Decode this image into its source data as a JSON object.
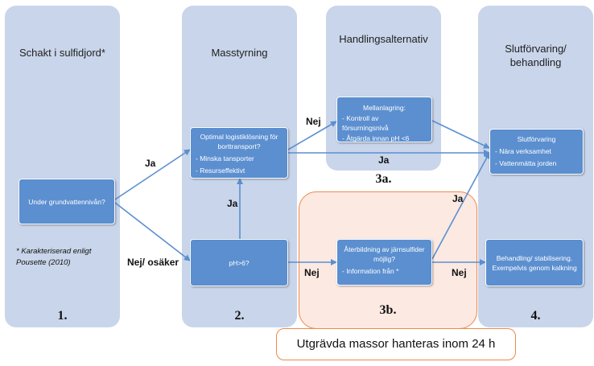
{
  "columns": [
    {
      "title": "Schakt i sulfidjord*",
      "number": "1."
    },
    {
      "title": "Masstyrning",
      "number": "2."
    },
    {
      "title": "Handlingsalternativ",
      "number": "3a."
    },
    {
      "title": "Slutförvaring/ behandling",
      "number": "4."
    }
  ],
  "region3b": {
    "number": "3b."
  },
  "boxes": {
    "grundvatten": {
      "title": "Under grundvattennivån?"
    },
    "logistik": {
      "title": "Optimal logistiklösning för borttransport?",
      "items": [
        "- Minska tansporter",
        "- Resurseffektivt"
      ]
    },
    "ph": {
      "title": "pH>6?"
    },
    "mellanlagring": {
      "title": "Mellanlagring:",
      "items": [
        "- Kontroll av försurningsnivå",
        "- Åtgärda innan pH <6"
      ]
    },
    "aterbildning": {
      "title": "Återbildning av järnsulfider möjlig?",
      "items": [
        "- Information från *"
      ]
    },
    "slutforvaring": {
      "title": "Slutförvaring",
      "items": [
        "- Nära verksamhet",
        "- Vattenmätta jorden"
      ]
    },
    "behandling": {
      "title": "Behandling/ stabilisering. Exempelvis  genom kalkning"
    }
  },
  "labels": {
    "ja_left": "Ja",
    "nej_osaker": "Nej/ osäker",
    "ja_mid": "Ja",
    "nej_top": "Nej",
    "ja_under_3a": "Ja",
    "nej_3b_left": "Nej",
    "nej_3b_right": "Nej",
    "ja_diag": "Ja"
  },
  "note": "* Karakteriserad enligt Pousette (2010)",
  "bottom_box": "Utgrävda massor hanteras inom 24 h",
  "colors": {
    "column_bg": "#c9d5ea",
    "box": "#5b8fd0",
    "arrow": "#5b8fd0",
    "orange": "#ed8a4b",
    "region_bg": "#fbe9e2"
  }
}
